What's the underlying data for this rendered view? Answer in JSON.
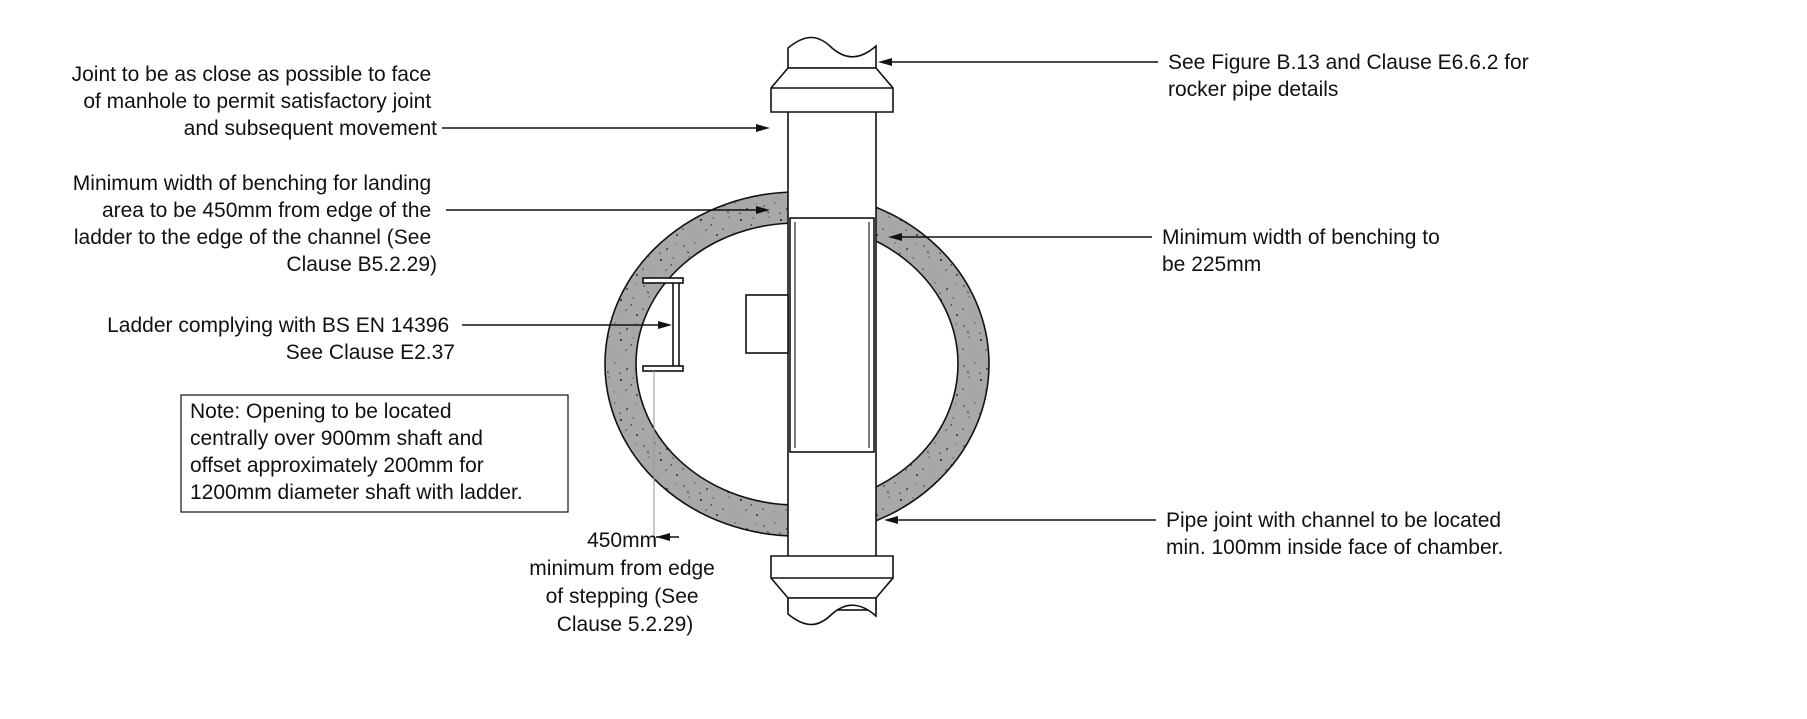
{
  "labels": {
    "joint": [
      "Joint to be as close as possible to face",
      "of manhole to permit satisfactory joint",
      "and subsequent movement"
    ],
    "benching_landing": [
      "Minimum width of benching for landing",
      "area to be 450mm from edge of the",
      "ladder to the edge of the channel (See",
      "Clause B5.2.29)"
    ],
    "ladder": [
      "Ladder complying with BS EN 14396",
      "See Clause E2.37"
    ],
    "note": [
      "Note: Opening to be located",
      "centrally over 900mm shaft and",
      "offset approximately 200mm for",
      "1200mm diameter shaft with ladder."
    ],
    "stepping": [
      "450mm",
      "minimum from edge",
      "of stepping (See",
      "Clause 5.2.29)"
    ],
    "rocker": [
      "See Figure B.13 and Clause E6.6.2 for",
      "rocker pipe details"
    ],
    "benching_min": [
      "Minimum width of benching to",
      "be 225mm"
    ],
    "pipe_joint": [
      "Pipe joint with channel to be located",
      "min. 100mm inside face of chamber."
    ]
  },
  "colors": {
    "concrete_fill": "#a6a6a6",
    "line": "#111111"
  }
}
